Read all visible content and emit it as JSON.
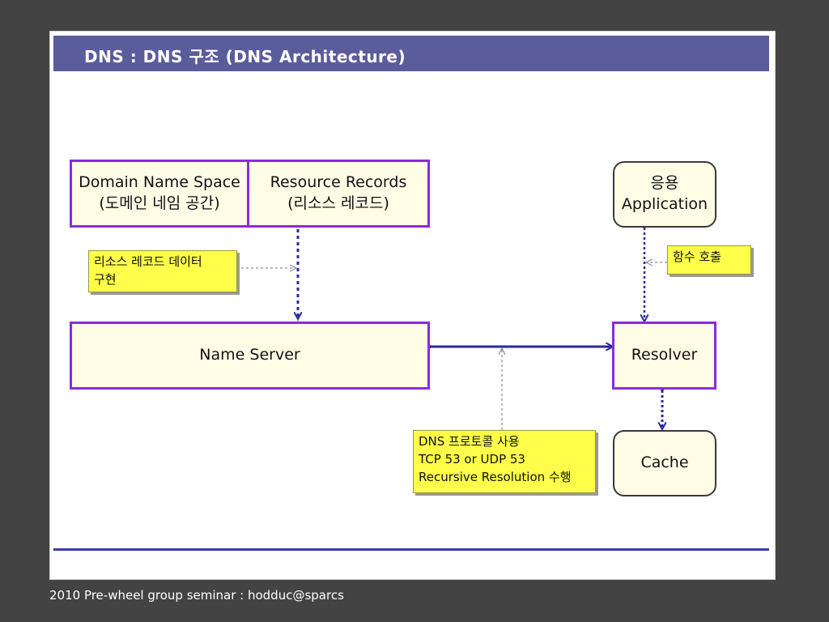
{
  "slide": {
    "title": "DNS : DNS 구조 (DNS Architecture)",
    "footer": "2010 Pre-wheel group seminar : hodduc@sparcs"
  },
  "diagram": {
    "domain_name_space": {
      "line1": "Domain Name Space",
      "line2": "(도메인 네임 공간)"
    },
    "resource_records": {
      "line1": "Resource Records",
      "line2": "(리소스 레코드)"
    },
    "name_server": "Name Server",
    "application": {
      "line1": "응용",
      "line2": "Application"
    },
    "resolver": "Resolver",
    "cache": "Cache",
    "notes": {
      "resource_record_impl": {
        "line1": "리소스 레코드 데이터",
        "line2": "구현"
      },
      "function_call": "함수 호출",
      "dns_protocol": {
        "line1": "DNS 프로토콜 사용",
        "line2": "TCP 53 or UDP 53",
        "line3": "Recursive Resolution 수행"
      }
    }
  },
  "colors": {
    "background": "#434343",
    "title_bar": "#5b5c9c",
    "box_border": "#8a2be2",
    "note_fill": "#fefe4a",
    "arrow": "#2a2aa0"
  }
}
